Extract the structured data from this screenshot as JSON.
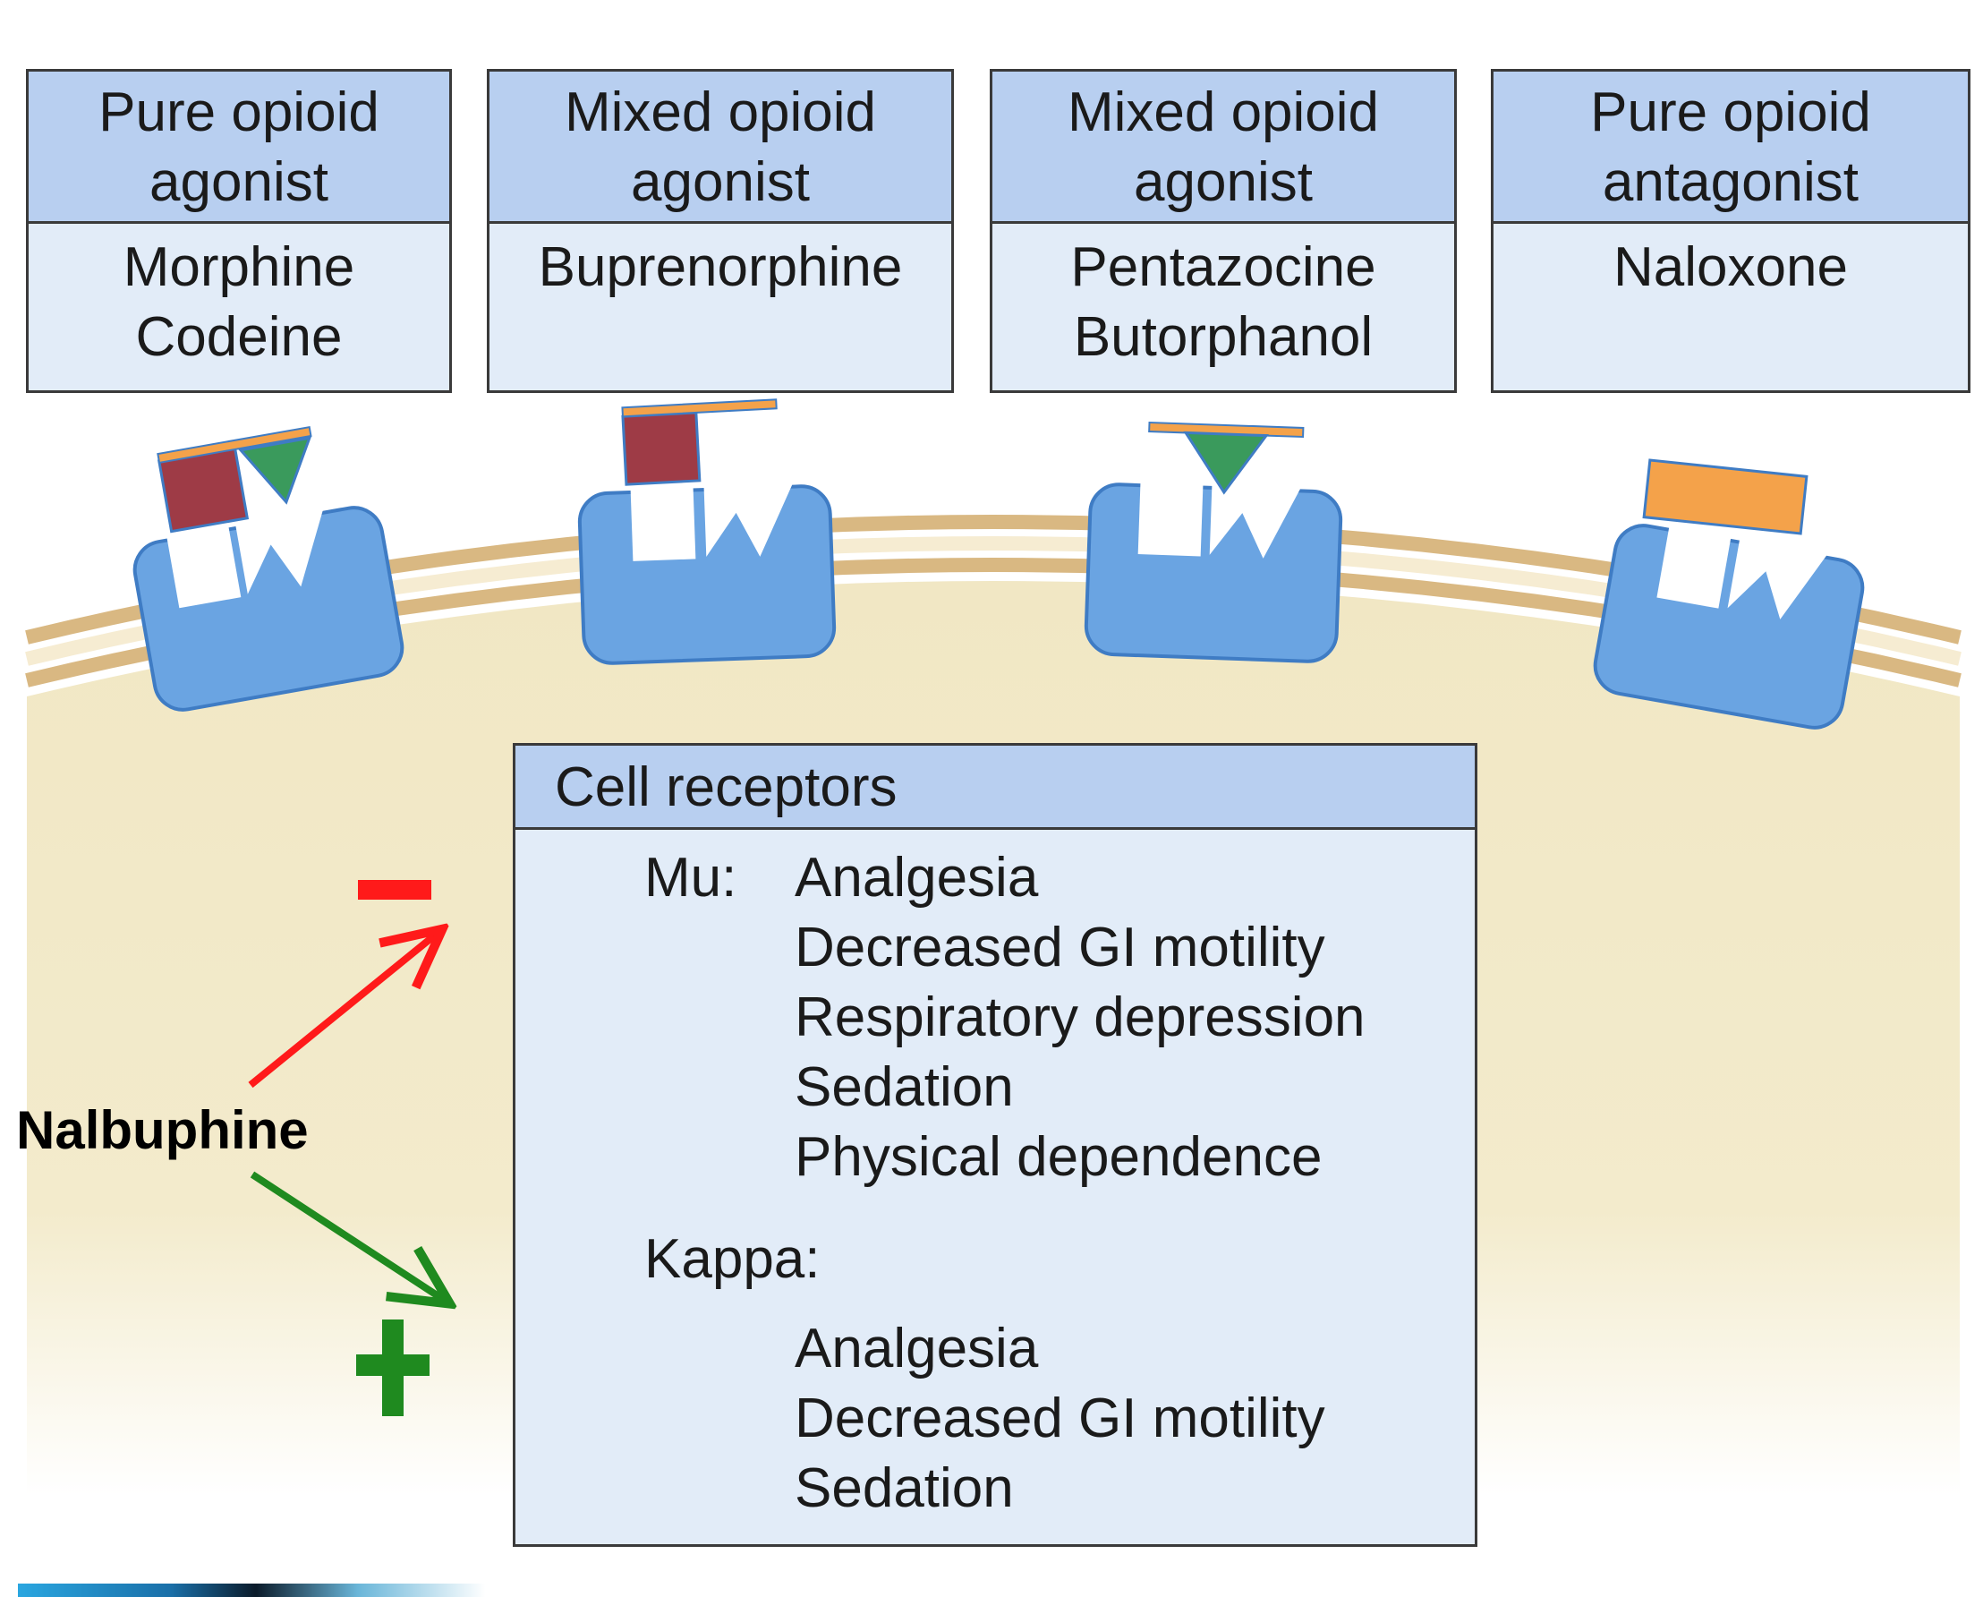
{
  "drug_classes": [
    {
      "heading": "Pure opioid\nagonist",
      "drugs": "Morphine\nCodeine"
    },
    {
      "heading": "Mixed opioid\nagonist",
      "drugs": "Buprenorphine"
    },
    {
      "heading": "Mixed opioid\nagonist",
      "drugs": "Pentazocine\nButorphanol"
    },
    {
      "heading": "Pure opioid\nantagonist",
      "drugs": "Naloxone"
    }
  ],
  "legend": {
    "title": "Cell receptors",
    "mu": {
      "label": "Mu:",
      "effects": "Analgesia\nDecreased GI motility\nRespiratory depression\nSedation\nPhysical dependence"
    },
    "kappa": {
      "label": "Kappa:",
      "effects": "Analgesia\nDecreased GI motility\nSedation"
    }
  },
  "annotation": {
    "drug": "Nalbuphine",
    "mu_effect_sign": "−",
    "kappa_effect_sign": "+"
  },
  "colors": {
    "mu": "#9e3b46",
    "kappa": "#3a9a5c",
    "antagonist": "#f4a24a",
    "receptor": "#6aa4e2",
    "membrane": "#d9b882",
    "cytoplasm": "#f3e9c6",
    "minus_arrow": "#ff1a1a",
    "plus_arrow": "#1f8a1f"
  }
}
